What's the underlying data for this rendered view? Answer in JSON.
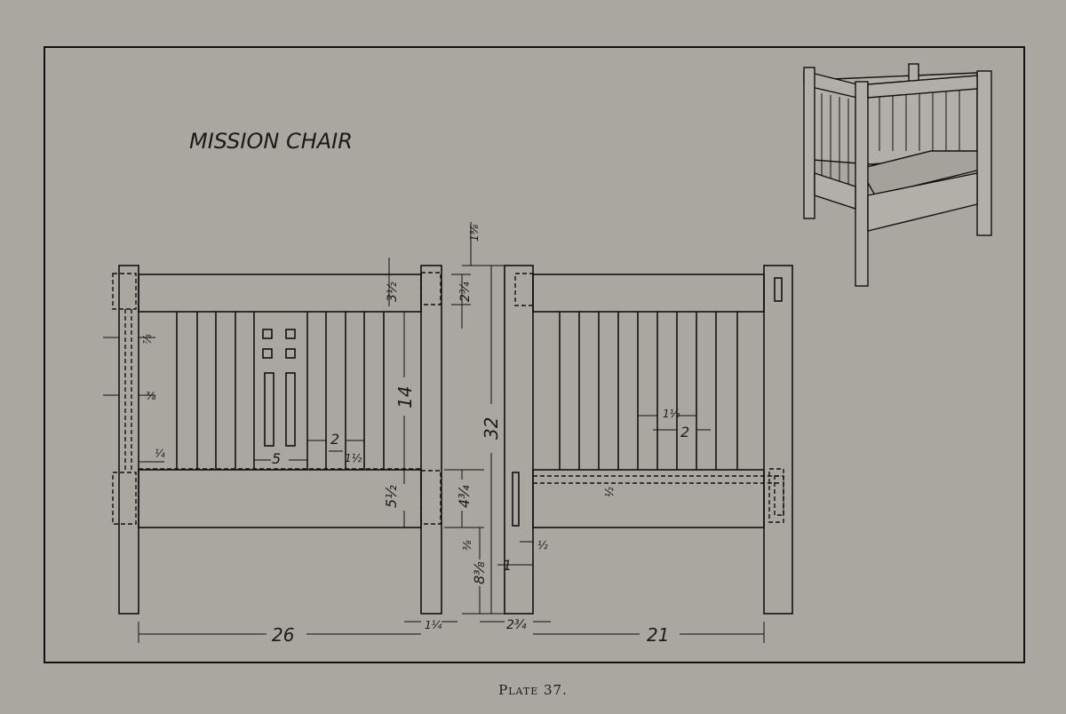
{
  "title": "MISSION CHAIR",
  "caption": "Plate 37.",
  "dimensions": {
    "overall_height": "32",
    "width_front": "26",
    "width_side": "21",
    "top_rail": "3½",
    "slat_height": "14",
    "lower_rail": "5½",
    "post_gap": "1⅜",
    "rail_mortise": "2¾",
    "rail_mid": "4¾",
    "leg_height": "8⅜",
    "leg_top": "⅜",
    "slat_width_side": "2",
    "slat_space_side": "1½",
    "slat_width_front": "2",
    "slat_space_front": "1½",
    "panel_width": "5",
    "tenon_7_8": "⅞",
    "tenon_3_8": "⅜",
    "tenon_1_4": "¼",
    "seat_thickness": "½",
    "half": "½",
    "one": "1",
    "post_thickness": "1¼",
    "post_width": "2¾"
  }
}
